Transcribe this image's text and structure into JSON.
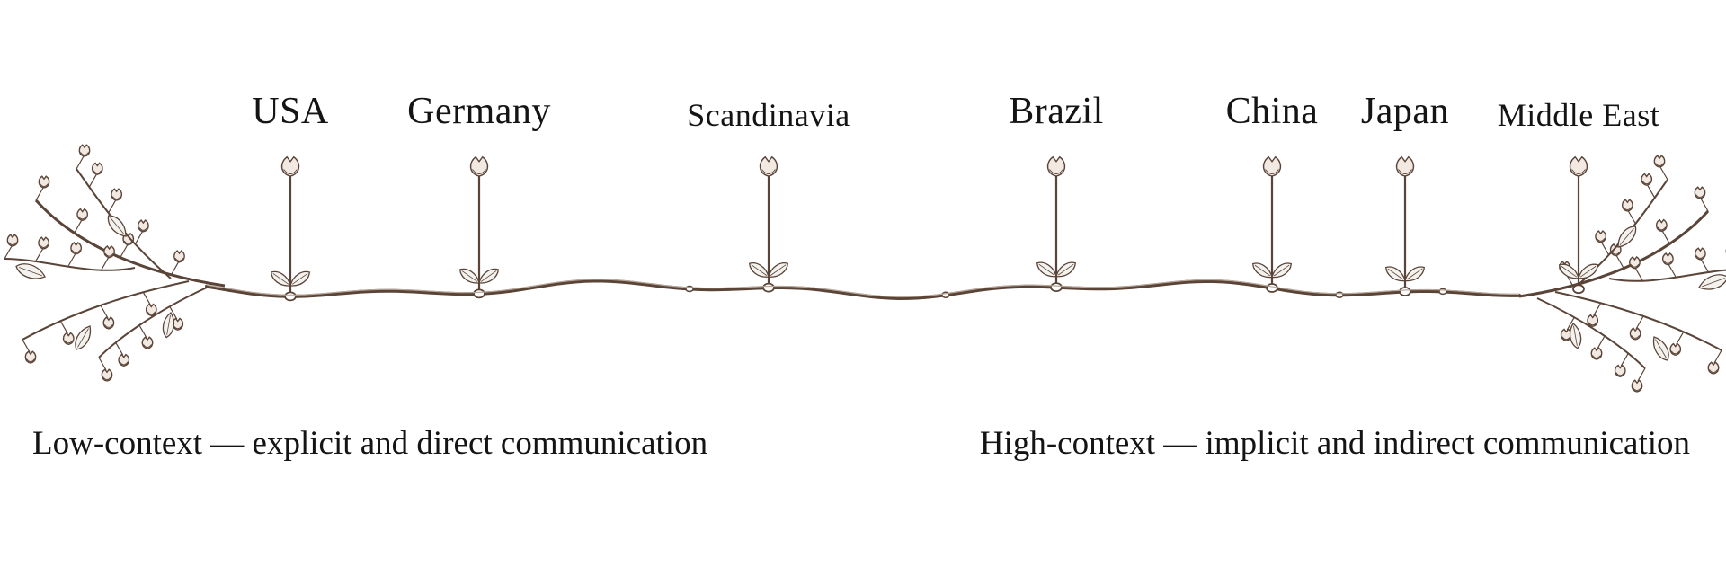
{
  "countries": [
    {
      "name": "USA",
      "pos": 0.0
    },
    {
      "name": "Germany",
      "pos": 0.12
    },
    {
      "name": "Scandinavia",
      "pos": 0.3
    },
    {
      "name": "Brazil",
      "pos": 0.48
    },
    {
      "name": "China",
      "pos": 0.61
    },
    {
      "name": "Japan",
      "pos": 0.7
    },
    {
      "name": "Middle East",
      "pos": 0.8
    }
  ],
  "poles": {
    "low": "Low-context — explicit and direct communication",
    "high": "High-context — implicit and indirect communication"
  },
  "colors": {
    "stem": "#5a4438",
    "bud": "#f2e9e2",
    "leaf": "#c9ccc4",
    "ink": "#141414"
  }
}
